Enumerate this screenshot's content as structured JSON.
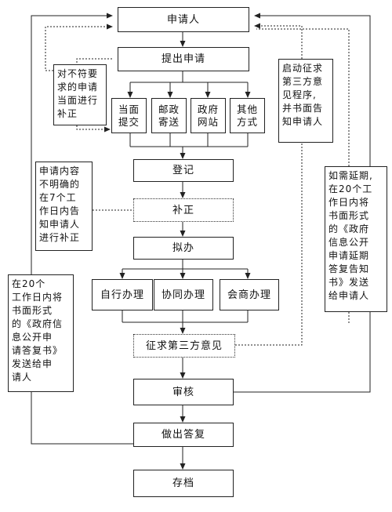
{
  "diagram": {
    "nodes": {
      "apply_person": "申请人",
      "submit": "提出申请",
      "register": "登记",
      "supplement": "补正",
      "draft": "拟办",
      "third_party": "征求第三方意见",
      "review": "审核",
      "reply": "做出答复",
      "archive": "存档"
    },
    "channels": [
      "当面\n提交",
      "邮政\n寄送",
      "政府\n网站",
      "其他\n方式"
    ],
    "handling": [
      "自行办理",
      "协同办理",
      "会商办理"
    ],
    "notes": {
      "nonconforming": "对不符要\n求的申请\n当面进行\n补正",
      "unclear": "申请内容\n不明确的\n在7个工\n作日内告\n知申请人\n进行补正",
      "reply_20days": "在20个\n工作日内将\n书面形式\n的《政府信\n息公开申\n请答复书》\n发送给申\n请人",
      "third_party_proc": "启动征求\n第三方意\n见程序,\n并书面告\n知申请人",
      "extension": "如需延期,\n在20个工\n作日内将\n书面形式\n的《政府\n信息公开\n申请延期\n答复告知\n书》发送\n给申请人"
    }
  }
}
